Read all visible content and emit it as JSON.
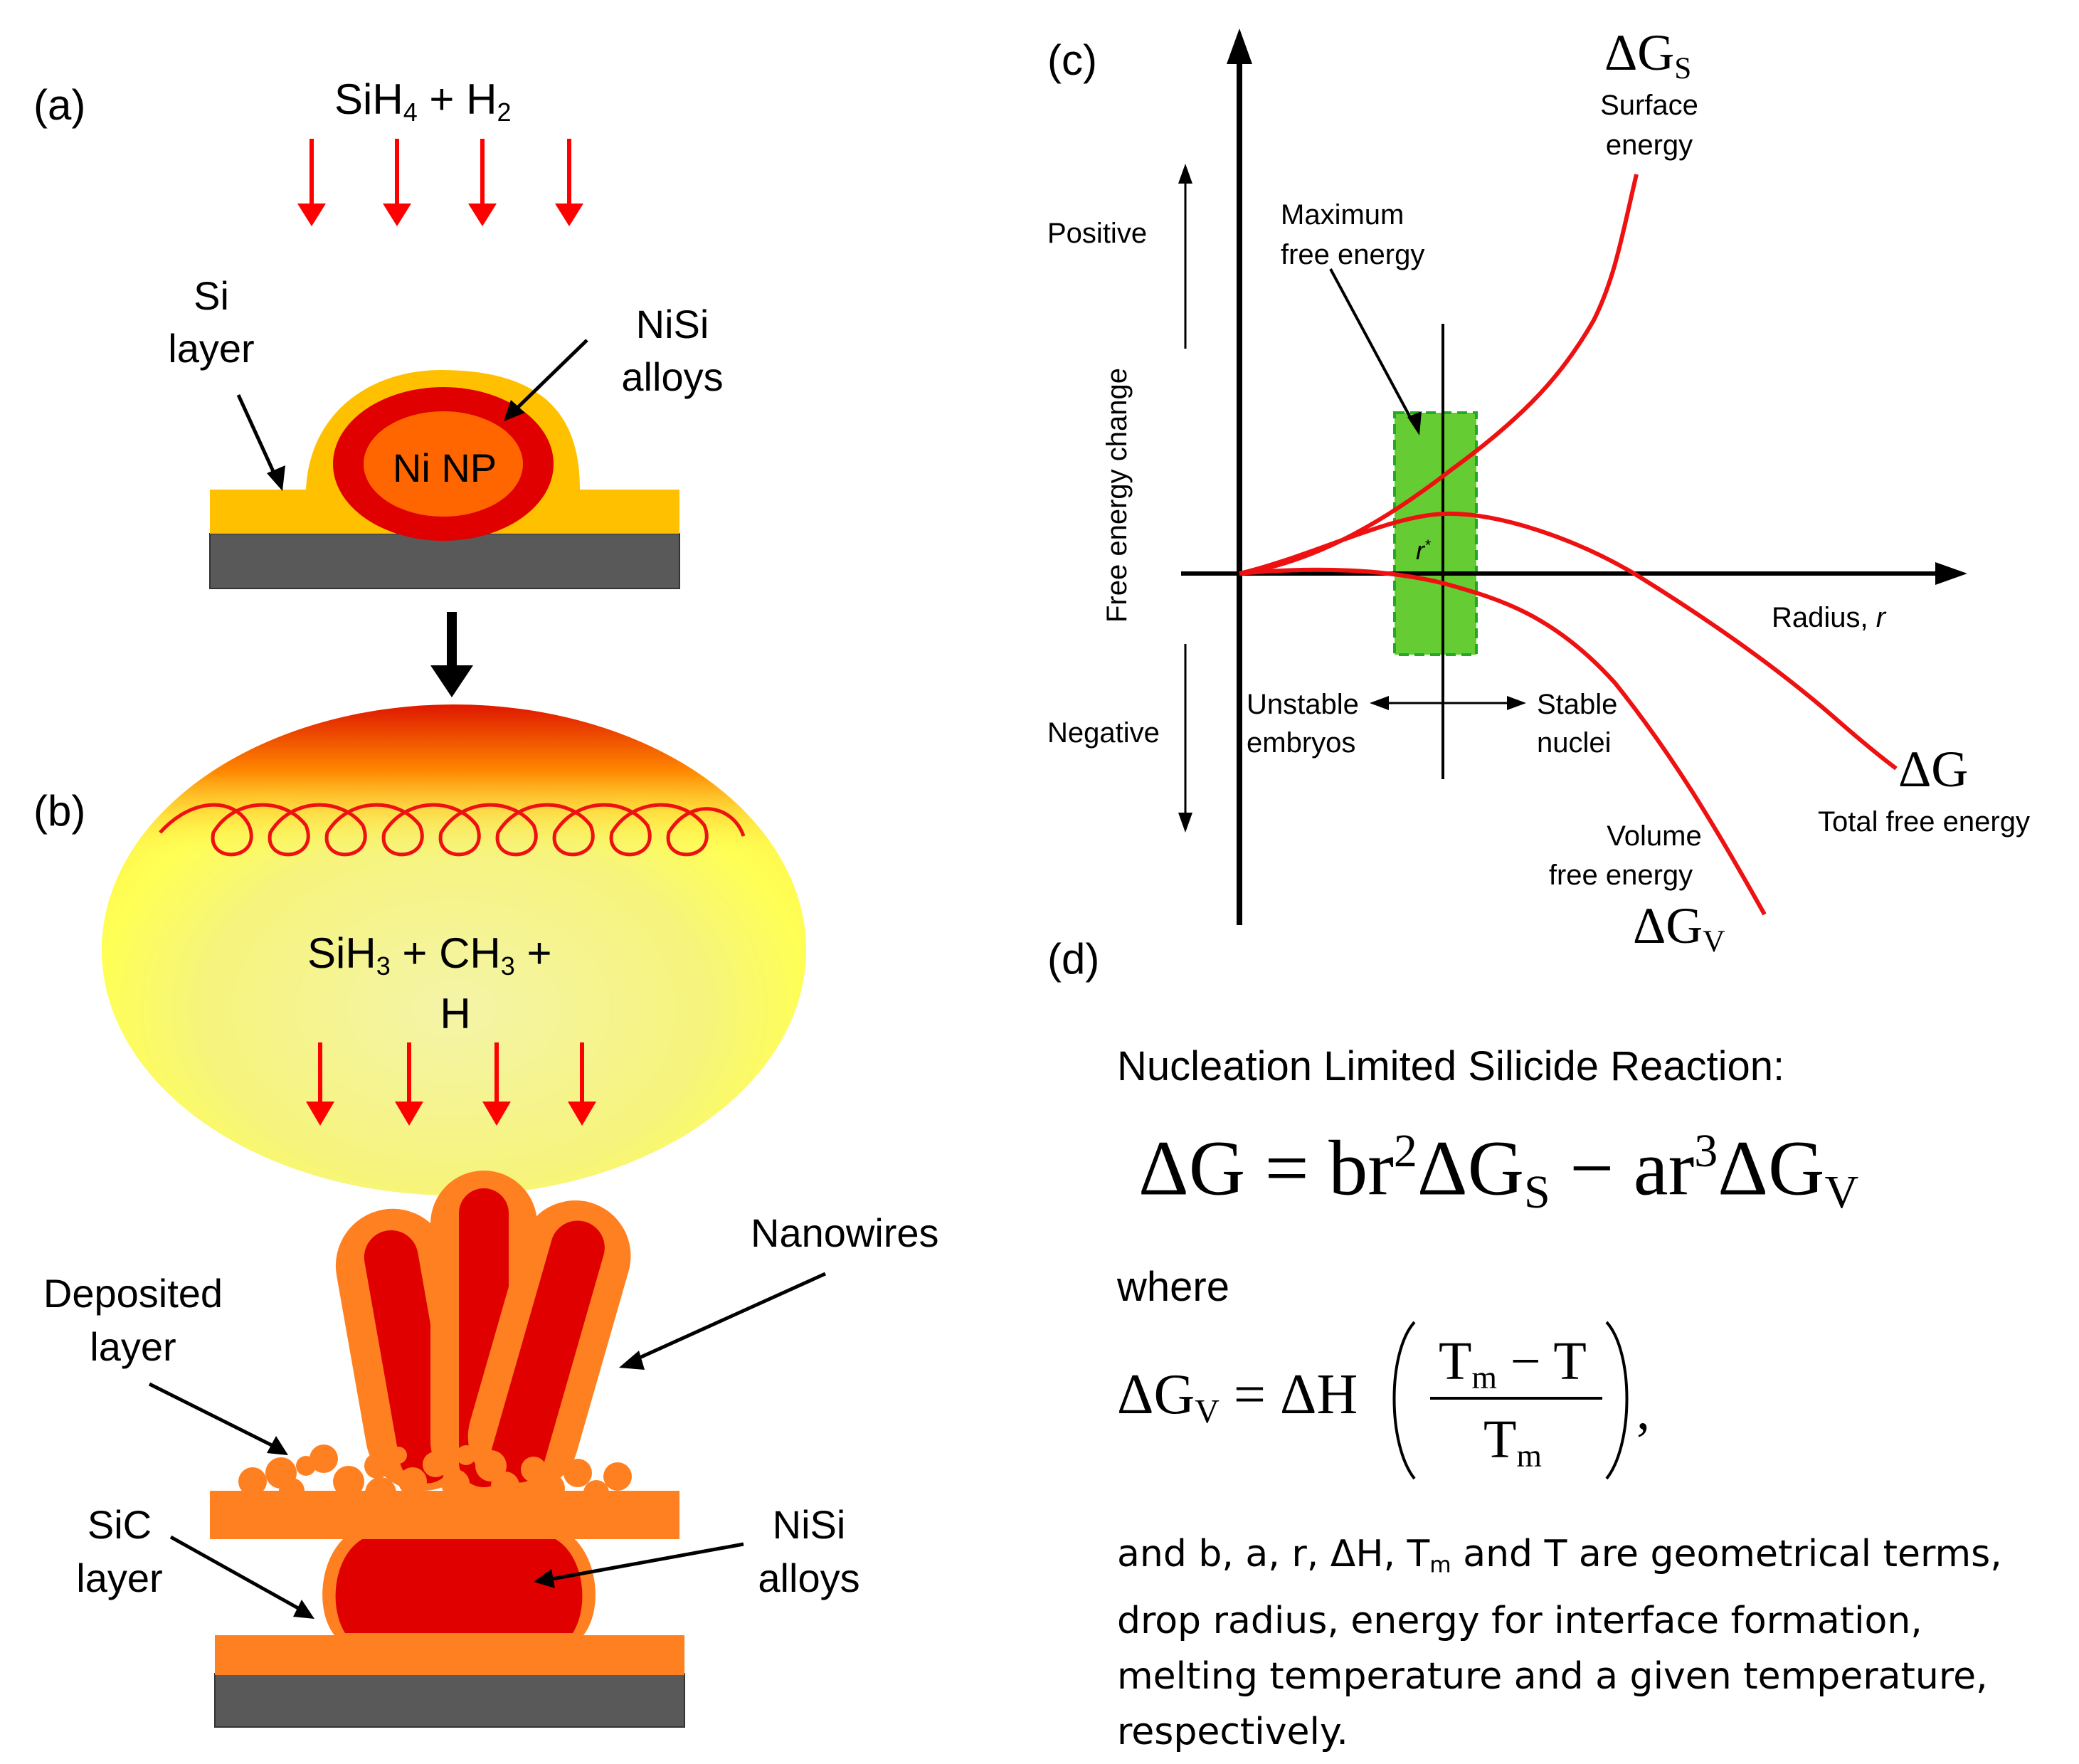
{
  "panels": {
    "a": {
      "tag": "(a)",
      "gas_main": "SiH",
      "gas_sub1": "4",
      "gas_mid": " + H",
      "gas_sub2": "2",
      "si_layer_line1": "Si",
      "si_layer_line2": "layer",
      "nisi_line1": "NiSi",
      "nisi_line2": "alloys",
      "np_label": "Ni  NP"
    },
    "b": {
      "tag": "(b)",
      "plasma_p1": "SiH",
      "plasma_s1": "3",
      "plasma_p2": " + CH",
      "plasma_s2": "3",
      "plasma_p3": " +",
      "plasma_line2": "H",
      "nanowires": "Nanowires",
      "deposited_line1": "Deposited",
      "deposited_line2": "layer",
      "sic_line1": "SiC",
      "sic_line2": "layer",
      "nisi_line1": "NiSi",
      "nisi_line2": "alloys"
    },
    "c": {
      "tag": "(c)",
      "dgs_main": "ΔG",
      "dgs_sub": "S",
      "surface_line1": "Surface",
      "surface_line2": "energy",
      "positive": "Positive",
      "negative": "Negative",
      "ylabel": "Free energy change",
      "max_line1": "Maximum",
      "max_line2": "free energy",
      "rstar": "r",
      "rstar_sup": "*",
      "xlabel": "Radius, ",
      "xlabel_var": "r",
      "unstable_line1": "Unstable",
      "unstable_line2": "embryos",
      "stable_line1": "Stable",
      "stable_line2": "nuclei",
      "dg": "ΔG",
      "total": "Total free energy",
      "volume_line1": "Volume",
      "volume_line2": "free energy",
      "dgv_main": "ΔG",
      "dgv_sub": "V"
    },
    "d": {
      "tag": "(d)",
      "heading": "Nucleation Limited Silicide Reaction:",
      "eq1": {
        "lhs": "ΔG = br",
        "exp1": "2",
        "mid": "ΔG",
        "sub1": "S",
        "minus": " − ar",
        "exp2": "3",
        "end": "ΔG",
        "sub2": "V"
      },
      "where": "where",
      "eq2": {
        "lhs": "ΔG",
        "lhs_sub": "V",
        "eq": " = ΔH",
        "num": "T",
        "num_sub": "m",
        "num_rest": " − T",
        "den": "T",
        "den_sub": "m",
        "comma": ","
      },
      "para_l1_a": "and b, a, r, ΔH, T",
      "para_l1_sub": "m",
      "para_l1_b": " and T are geometrical terms,",
      "para_l2": "drop radius, energy for interface formation,",
      "para_l3": "melting temperature and a given temperature,",
      "para_l4": "respectively."
    }
  },
  "colors": {
    "red": "#ff0000",
    "dark_red": "#e00000",
    "orange": "#ff8020",
    "yellow": "#ffc000",
    "gray": "#595959",
    "green": "#66cc33",
    "green_border": "#22aa22"
  }
}
